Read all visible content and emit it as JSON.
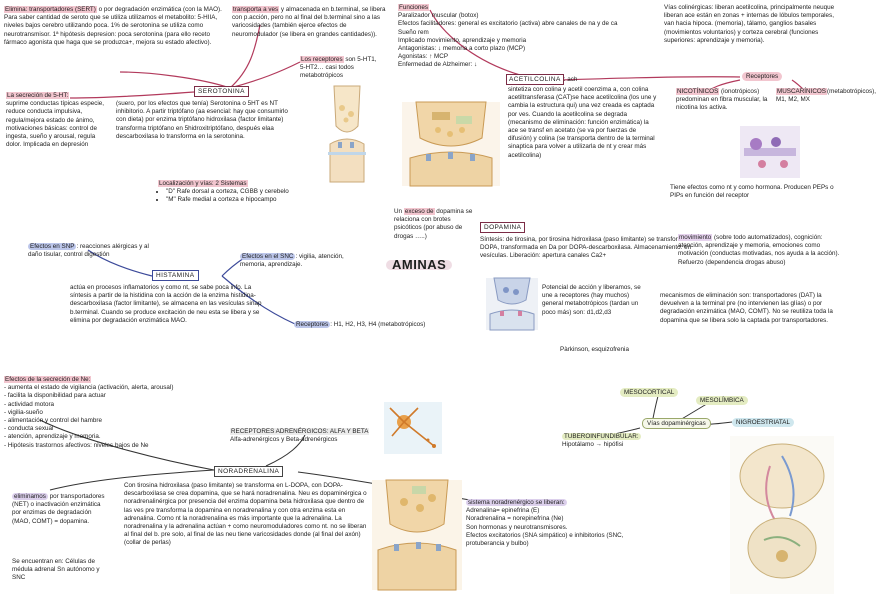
{
  "title": "AMINAS",
  "colors": {
    "accent_line": "#b23a5c",
    "blue_line": "#3c4a9a",
    "dark_line": "#222222",
    "pink_hl": "#f2c6cf",
    "lavender_hl": "#dcd0ec",
    "blue_hl": "#bcc6ea",
    "green_hl": "#e4ecc2"
  },
  "serotonina": {
    "label": "SEROTONINA",
    "elimina_hl": "Elimina: transportadores (SERT)",
    "elimina_rest": " o por degradación enzimática (con la MAO). Para saber cantidad de seroto que se utiliza utilizamos el metabolito: 5-HIIA, niveles bajos cerebro utilizando poca. 1% de serotonina se utiliza como neurotransmisor. 1ª hipótesis depresion: poca serotonina (para ello receto fármaco agonista que haga que se produzca+, mejora su estado afectivo).",
    "transporta_hl": "transporta a ves",
    "transporta_rest": " y almacenada en b.terminal, se libera con p.acción, pero no al final del b.terminal sino a las varicosidades (también ejerce efectos de neuromodulador (se libera en grandes cantidades)).",
    "receptores_hl": "Los receptores",
    "receptores_rest": " son 5-HT1, 5-HT2… casi todos metabotrópicos",
    "secrecion_hl": "La secreción de 5-HT:",
    "secrecion_rest": "suprime conductas típicas especie, reduce conducta impulsiva, regula/mejora estado de ánimo, motivaciones básicas: control de ingesta, sueño y arousal, regula dolor. Implicada en depresión",
    "sintesis": "(suero, por los efectos que tenía) Serotonina o 5HT es NT inhibitorio. A partir triptófano (aa esencial: hay que consumirlo con dieta) por enzima triptófano hidroxilasa (factor limitante) transforma triptófano en 5hidroxitriptófano, después elaa descarboxilasa lo transforma en la serotonina.",
    "localizacion_hl": "Localización y vías: 2 Sistemas",
    "loc_items": [
      "\"D\" Rafe dorsal a corteza, CGBB y cerebelo",
      "\"M\" Rafe medial a corteza e hipocampo"
    ]
  },
  "acetilcolina": {
    "label": "ACETILCOLINA",
    "label_suffix": ": ach",
    "funciones_hl": "Funciones",
    "funciones_lines": [
      "Paralizador muscular (botox)",
      "Efectos facilitadores: general es excitatorio (activa) abre canales de na y de ca",
      "Sueño rem",
      "Implicado movimiento, aprendizaje y memoria",
      "Antagonistas: ↓ memoria a corto plazo (MCP)",
      "Agonistas: ↑ MCP",
      "Enfermedad de Alzheimer: ↓"
    ],
    "sintesis": "sintetiza con colina y acetil coenzima a, con colina acetiltransferasa (CAT)se hace acetilcolina (los une y cambia la estructura qui) una vez creada es captada por ves. Cuando la acetilcolina se degrada (mecanismo de eliminación: función enzimática) la ace se transf en acetato (se va por fuerzas de difusión) y colina (se transporta dentro de la terminal sinaptica para volver a utilizarla de nt y crear más acetilcolina)",
    "vias": "Vías colinérgicas: liberan acetilcolina, principalmente neuque liberan ace están en zonas + internas de lóbulos temporales, van hacia hipoca. (memoria), tálamo, ganglios basales (movimientos voluntarios) y corteza cerebral (funciones superiores: aprendizaje y memoria).",
    "receptores_label": "Receptores",
    "nicotinicos_hl": "NICOTÍNICOS",
    "nicotinicos_rest": " (ionotrópicos) predominan en fibra muscular, la nicotina los activa.",
    "muscarinicos_hl": "MUSCARÍNICOS",
    "muscarinicos_rest": "(metabotrópicos), M1, M2, MX",
    "nt_hormona": "Tiene efectos como nt y como hormona. Producen PEPs o PIPs en función del receptor"
  },
  "histamina": {
    "label": "HISTAMINA",
    "snp_hl": "Efectos en SNP",
    "snp_rest": ": reacciones alérgicas y al daño tisular, control digestión",
    "snc_hl": "Efectos en el SNC",
    "snc_rest": ": vigilia, atención, memoria, aprendizaje.",
    "desc": "actúa en procesos inflamatorios y como nt, se sabe poca info. La síntesis a partir de la histidina con la acción de la enzima histidina-descarboxilasa (factor limitante), se almacena en las vesículas sinap b.terminal. Cuando se produce excitación de neu esta se libera y se elimina por degradación enzimática MAO.",
    "receptores_hl": "Receptores",
    "receptores_rest": ": H1, H2, H3, H4 (metabotrópicos)"
  },
  "dopamina": {
    "label": "DOPAMINA",
    "exceso_intro": "Un ",
    "exceso_hl": "exceso de",
    "exceso_rest": " dopamina se relaciona con brotes psicóticos (por abuso de drogas …..)",
    "sintesis": "Síntesis: de tirosina, por tirosina hidroxilasa (paso limitante) se transforma en L-DOPA, transformada en Da por DOPA-descarboxilasa. Almacenamiento: en vesículas. Liberación: apertura canales Ca2+",
    "potencial": "Potencial de acción y liberamos, se une a receptores (hay muchos) general metabotrópicos (tardan un poco más) son: d1,d2,d3",
    "parkinson": "Pàrkinson, esquizofrenia",
    "movimiento_hl": "movimiento",
    "movimiento_rest": " (sobre todo automatizados), cognición: atención, aprendizaje y memoria, emociones como motivación (conductas motivadas, nos ayuda a la acción). Refuerzo (dependencia drogas abuso)",
    "eliminacion": "mecanismos de eliminación son: transportadores (DAT) la devuelven a la terminal pre (no intervienen las glías) o por degradación enzimática (MAO, COMT). No se reutiliza toda la dopamina que se libera solo la captada por transportadores.",
    "vias_label": "Vías dopaminérgicas",
    "mesocortical": "MESOCORTICAL",
    "mesolimbica": "MESOLÍMBICA",
    "nigroestriatal": "NIGROESTRIATAL",
    "tuberoinfundibular": "TUBEROINFUNDIBULAR:",
    "tubero_rest": "Hipotálamo → hipófisi"
  },
  "noradrenalina": {
    "label": "NORADRENALINA",
    "efectos_title": "Efectos de la secreción de Ne:",
    "efectos_items": [
      "aumenta el estado de vigilancia (activación, alerta, arousal)",
      "facilita la disponibilidad para actuar",
      "actividad motora",
      "vigilia-sueño",
      "alimentación y control del hambre",
      "conducta sexual",
      "atención, aprendizaje y memoria.",
      "Hipótesis trastornos afectivos: niveles bajos de Ne"
    ],
    "receptores_title": "RECEPTORES ADRENÉRGICOS: ALFA Y BETA",
    "receptores_rest": "Alfa-adrenérgicos y Beta-adrenérgicos",
    "sintesis": "Con tirosina hidroxilasa (paso limitante) se transforma en L-DOPA, con DOPA-descarboxilasa se crea dopamina, que se hará noradrenalina. Neu es dopaminérgica o noradrenalinérgica por presencia del enzima dopamina beta hidroxilasa que dentro de las ves pre transforma la dopamina en noradrenalina y con otra enzima esta en adrenalina. Como nt la noradrenalina es más importante que la adrenalina. La noradrenalina y la adrenalina actúan + como neuromoduladores como nt. no se liberan al final del b. pre solo, al final de las neu tiene varicosidades donde (al final del axón) (collar de perlas)",
    "elimina_hl": "eliminamos",
    "elimina_rest": " por transportadores (NET) o inactivación enzimática por enzimas de degradación (MAO, COMT) = dopamina.",
    "encuentran": "Se encuentran en: Células de médula adrenal Sn autónomo y SNC",
    "sistema_hl": "sistema noradrenérgico se liberan:",
    "sistema_lines": [
      "Adrenalina= epinefrina (E)",
      "Noradrenalina = norepinefrina (Ne)",
      "Son hormonas y neurotransmisores.",
      "Efectos excitatorios (SNA simpático) e inhibitorios (SNC, protuberancia y bulbo)"
    ]
  }
}
